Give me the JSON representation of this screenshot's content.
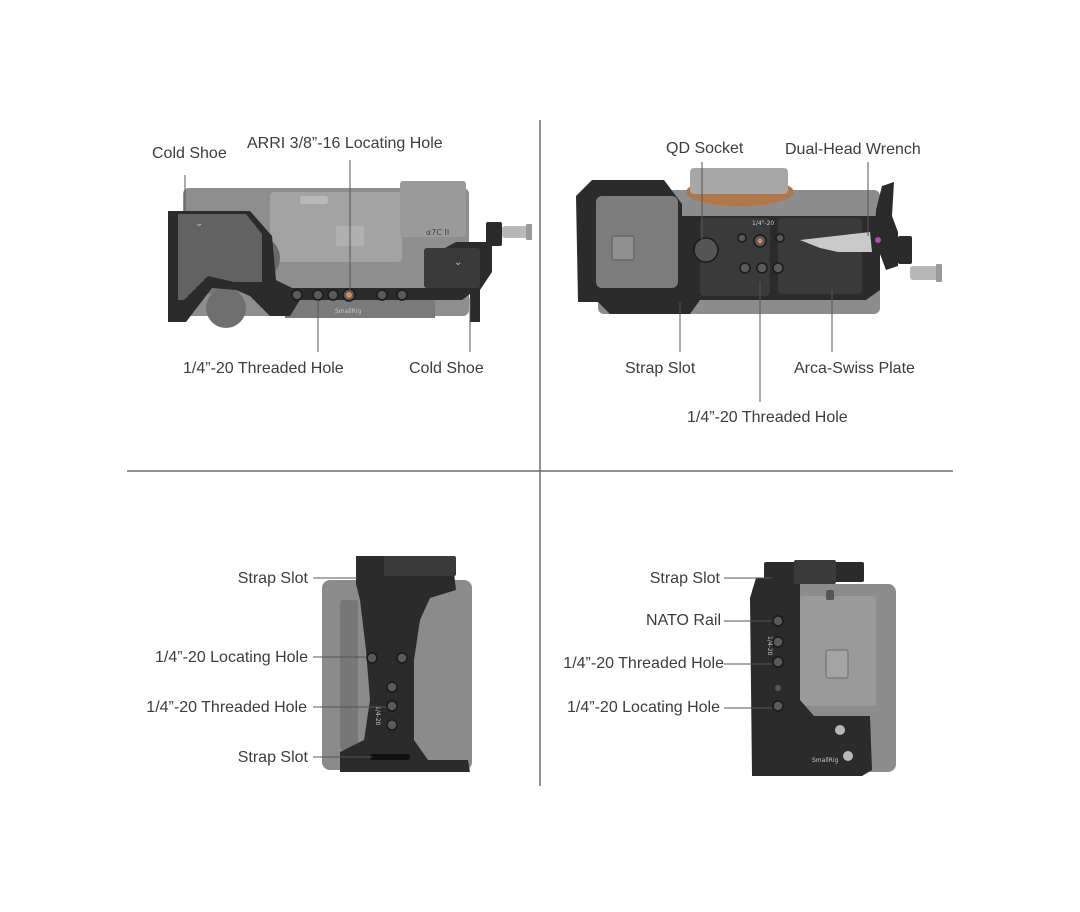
{
  "top_left": {
    "cold_shoe_left": "Cold Shoe",
    "arri_hole": "ARRI 3/8”-16 Locating Hole",
    "threaded_hole": "1/4”-20 Threaded Hole",
    "cold_shoe_right": "Cold Shoe",
    "brand_mark": "SmallRig",
    "camera_mark": "α7C II"
  },
  "top_right": {
    "qd_socket": "QD Socket",
    "dual_head_wrench": "Dual-Head Wrench",
    "strap_slot": "Strap Slot",
    "arca_swiss_plate": "Arca-Swiss Plate",
    "threaded_hole": "1/4”-20 Threaded Hole",
    "plate_mark": "1/4\"-20"
  },
  "bottom_left": {
    "strap_slot_top": "Strap Slot",
    "locating_hole": "1/4”-20 Locating Hole",
    "threaded_hole": "1/4”-20 Threaded Hole",
    "strap_slot_bottom": "Strap Slot",
    "side_mark": "1/4-20"
  },
  "bottom_right": {
    "strap_slot": "Strap Slot",
    "nato_rail": "NATO Rail",
    "threaded_hole": "1/4”-20 Threaded Hole",
    "locating_hole": "1/4”-20 Locating Hole",
    "side_mark": "1/4-20",
    "brand_mark": "SmallRig"
  },
  "colors": {
    "divider": "#6e6e6e",
    "leader": "#555555",
    "cage": "#2b2b2b",
    "camera_body": "#8c8c8c"
  }
}
